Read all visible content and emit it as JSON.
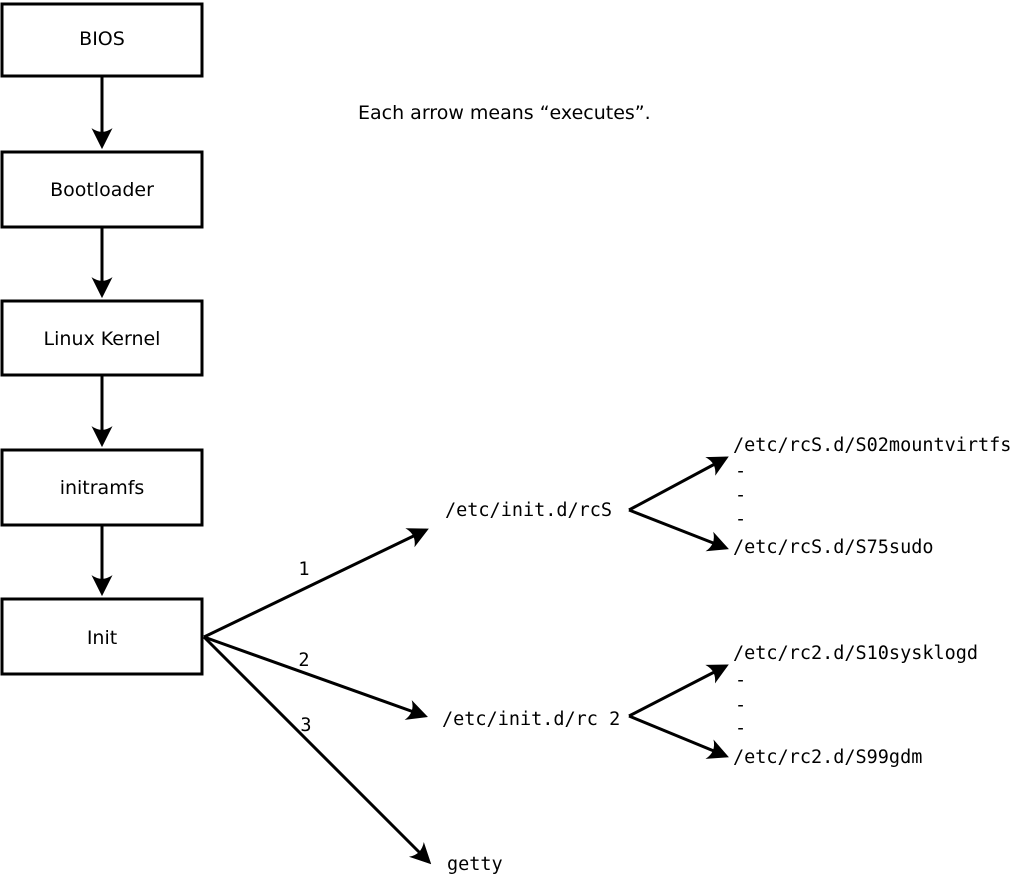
{
  "note": "Each arrow means “executes”.",
  "colors": {
    "ink": "#000000",
    "background": "#ffffff"
  },
  "flow": {
    "boxes": [
      {
        "label": "BIOS"
      },
      {
        "label": "Bootloader"
      },
      {
        "label": "Linux Kernel"
      },
      {
        "label": "initramfs"
      },
      {
        "label": "Init"
      }
    ]
  },
  "branches": [
    {
      "order": "1",
      "target": "/etc/init.d/rcS",
      "children": [
        "/etc/rcS.d/S02mountvirtfs",
        "-",
        "-",
        "-",
        "/etc/rcS.d/S75sudo"
      ]
    },
    {
      "order": "2",
      "target": "/etc/init.d/rc 2",
      "children": [
        "/etc/rc2.d/S10sysklogd",
        "-",
        "-",
        "-",
        "/etc/rc2.d/S99gdm"
      ]
    },
    {
      "order": "3",
      "target": "getty",
      "children": []
    }
  ]
}
